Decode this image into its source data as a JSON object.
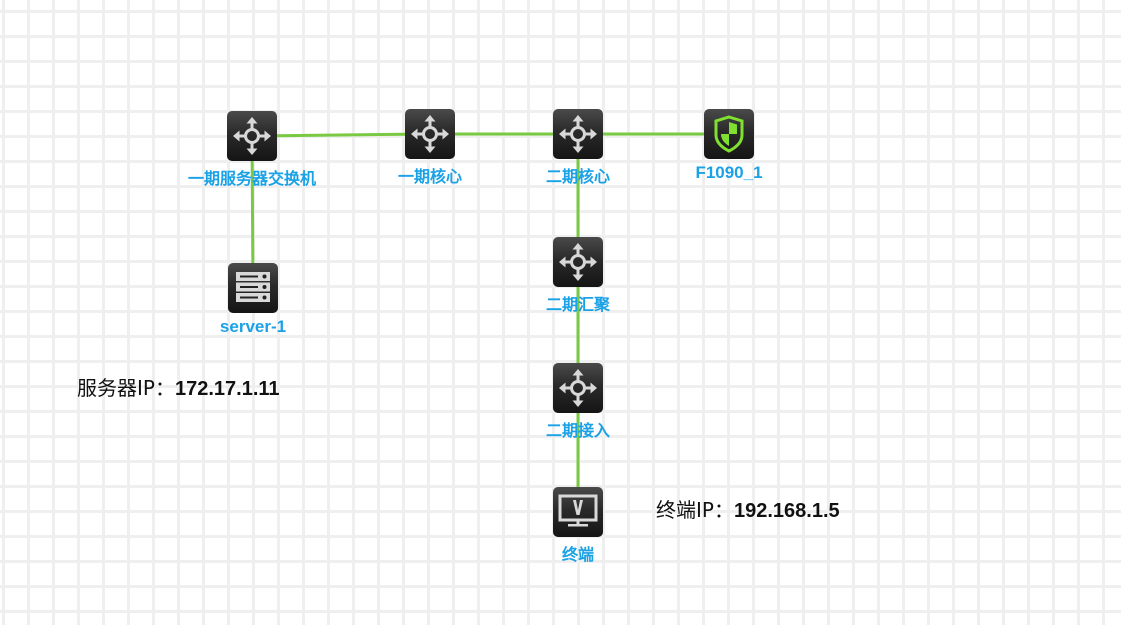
{
  "diagram": {
    "type": "network-topology",
    "link_color": "#7ac943",
    "label_color": "#1aa1e6",
    "nodes": [
      {
        "id": "srv_switch",
        "label": "一期服务器交换机",
        "kind": "switch"
      },
      {
        "id": "core1",
        "label": "一期核心",
        "kind": "switch"
      },
      {
        "id": "core2",
        "label": "二期核心",
        "kind": "switch"
      },
      {
        "id": "fw",
        "label": "F1090_1",
        "kind": "firewall"
      },
      {
        "id": "agg2",
        "label": "二期汇聚",
        "kind": "switch"
      },
      {
        "id": "acc2",
        "label": "二期接入",
        "kind": "switch"
      },
      {
        "id": "server",
        "label": "server-1",
        "kind": "server"
      },
      {
        "id": "terminal",
        "label": "终端",
        "kind": "terminal"
      }
    ],
    "links": [
      {
        "from": "srv_switch",
        "to": "core1"
      },
      {
        "from": "core1",
        "to": "core2"
      },
      {
        "from": "core2",
        "to": "fw"
      },
      {
        "from": "srv_switch",
        "to": "server"
      },
      {
        "from": "core2",
        "to": "agg2"
      },
      {
        "from": "agg2",
        "to": "acc2"
      },
      {
        "from": "acc2",
        "to": "terminal"
      }
    ],
    "annotations": {
      "server_ip": {
        "prefix": "服务器IP：",
        "value": "172.17.1.11"
      },
      "terminal_ip": {
        "prefix": "终端IP：",
        "value": "192.168.1.5"
      }
    }
  }
}
